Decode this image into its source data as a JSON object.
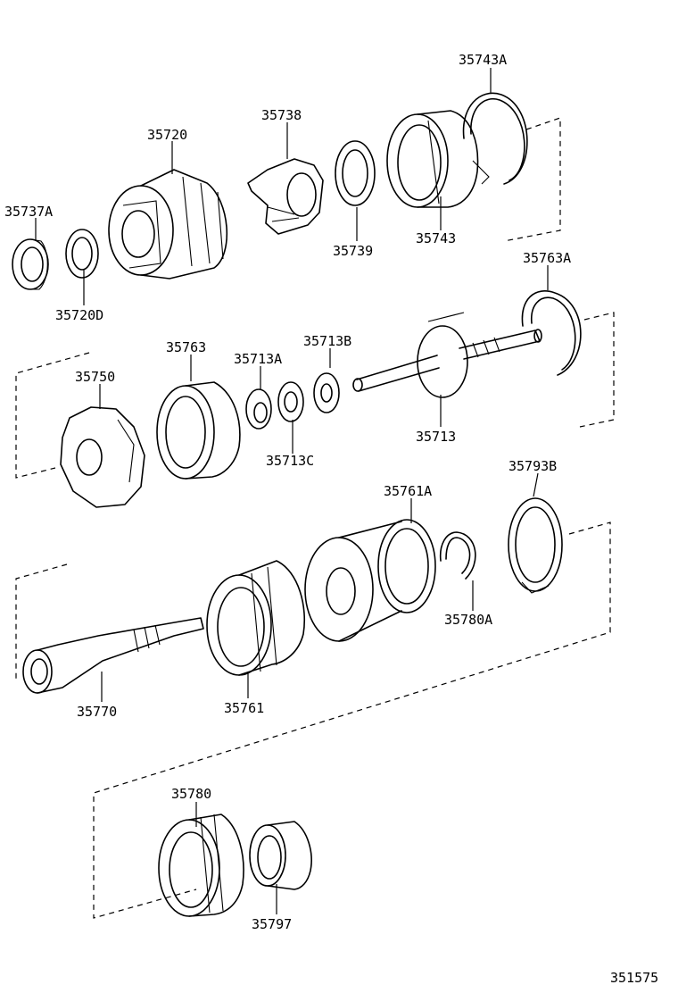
{
  "parts": {
    "p35743A": "35743A",
    "p35738": "35738",
    "p35720": "35720",
    "p35737A": "35737A",
    "p35739": "35739",
    "p35743": "35743",
    "p35720D": "35720D",
    "p35763A": "35763A",
    "p35763": "35763",
    "p35713B": "35713B",
    "p35713A": "35713A",
    "p35750": "35750",
    "p35713": "35713",
    "p35713C": "35713C",
    "p35793B": "35793B",
    "p35761A": "35761A",
    "p35780A": "35780A",
    "p35770": "35770",
    "p35761": "35761",
    "p35780": "35780",
    "p35797": "35797"
  },
  "diagram_code": "351575"
}
